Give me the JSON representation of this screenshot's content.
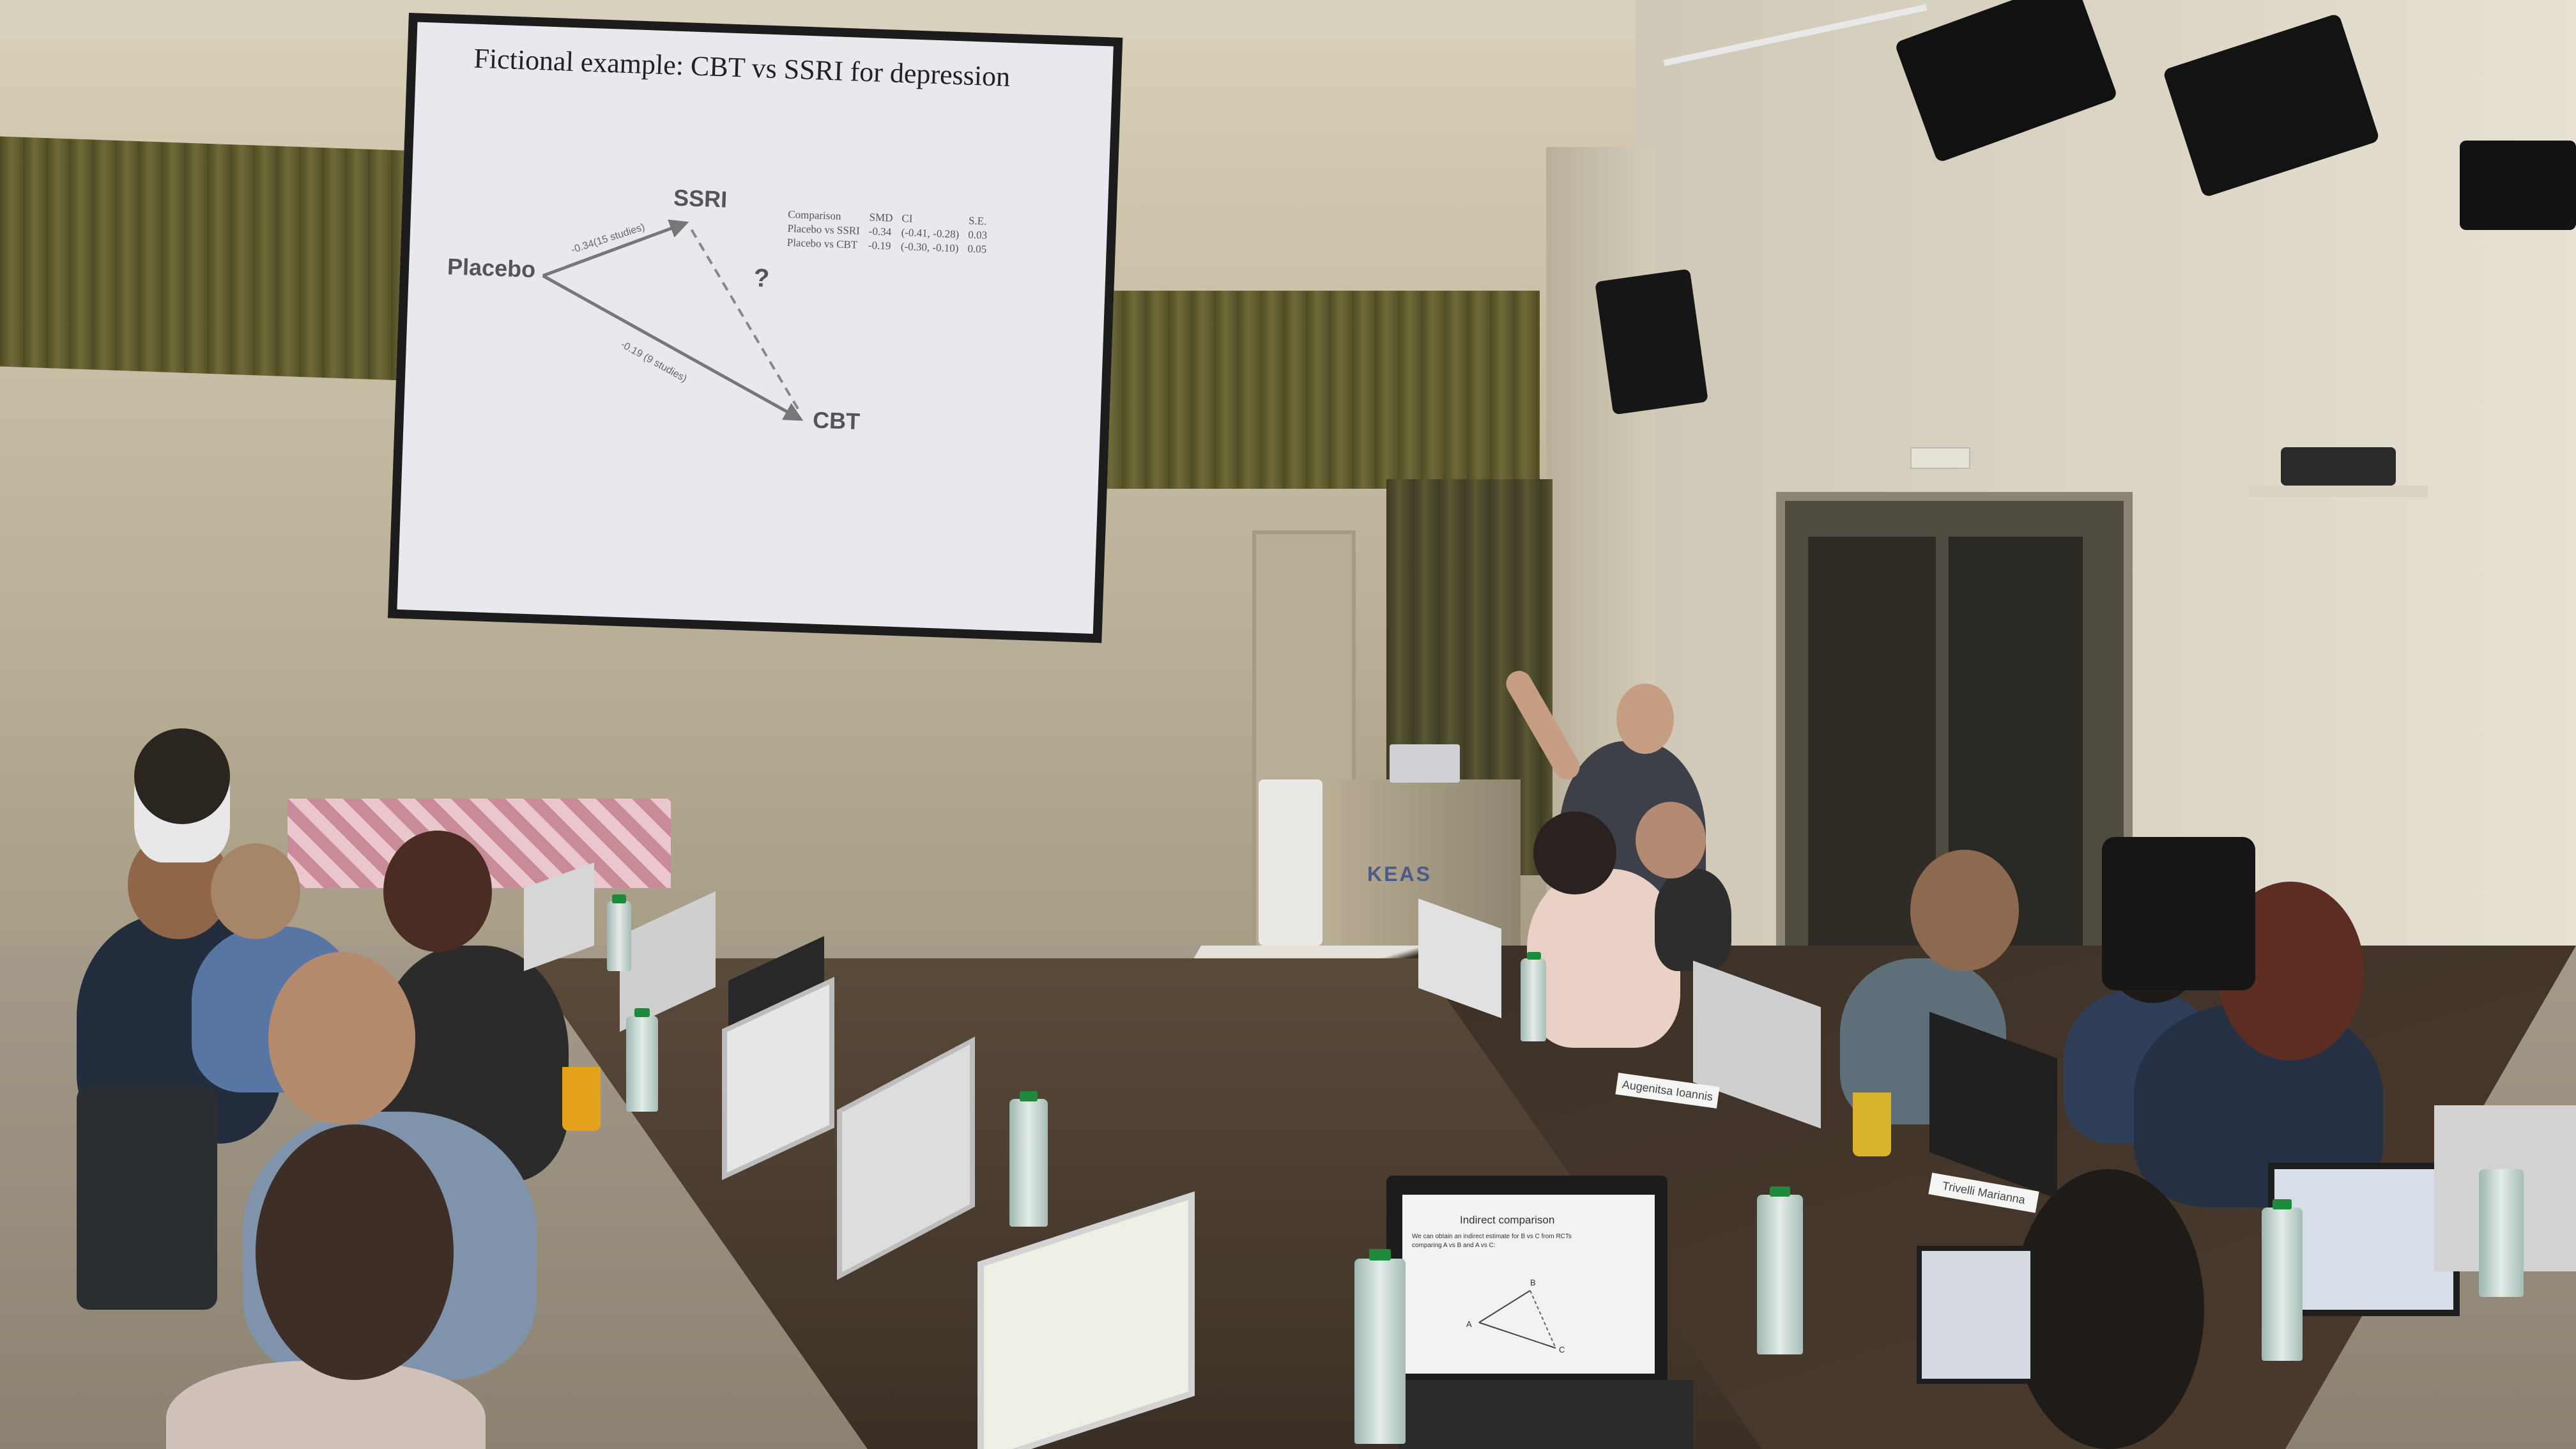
{
  "slide": {
    "title": "Fictional example: CBT vs SSRI for depression",
    "nodes": {
      "placebo": "Placebo",
      "ssri": "SSRI",
      "cbt": "CBT"
    },
    "edges": {
      "placebo_ssri": "-0.34(15 studies)",
      "placebo_cbt": "-0.19 (9 studies)",
      "unknown": "?"
    },
    "table": {
      "headers": [
        "Comparison",
        "SMD",
        "CI",
        "S.E."
      ],
      "rows": [
        [
          "Placebo vs SSRI",
          "-0.34",
          "(-0.41, -0.28)",
          "0.03"
        ],
        [
          "Placebo vs CBT",
          "-0.19",
          "(-0.30, -0.10)",
          "0.05"
        ]
      ]
    }
  },
  "podium_logo": "KEAS",
  "nameplates": [
    "Augenitsa Ioannis",
    "Trivelli Marianna"
  ],
  "laptop_screen": {
    "heading": "Indirect comparison",
    "body_line1": "We can obtain an indirect estimate for B vs C from RCTs",
    "body_line2": "comparing A vs B and A vs C:",
    "nodes": [
      "A",
      "B",
      "C"
    ]
  },
  "colors": {
    "wall": "#c9bfa6",
    "curtain": "#5e5a2c",
    "floor": "#8c8271",
    "table": "#4a3a2d",
    "slide_bg": "#e9e8ee"
  }
}
